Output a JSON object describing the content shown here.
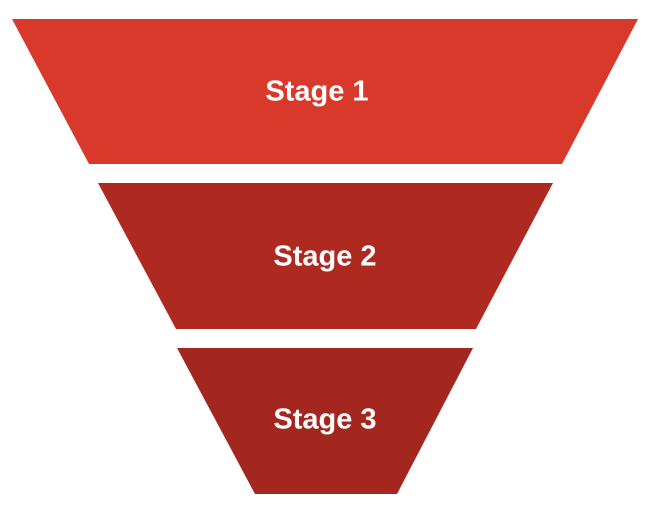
{
  "stages": [
    {
      "label": "Stage 1",
      "color": "#d9392b"
    },
    {
      "label": "Stage 2",
      "color": "#ae2a21"
    },
    {
      "label": "Stage 3",
      "color": "#a4271f"
    }
  ],
  "background": "#ffffff"
}
